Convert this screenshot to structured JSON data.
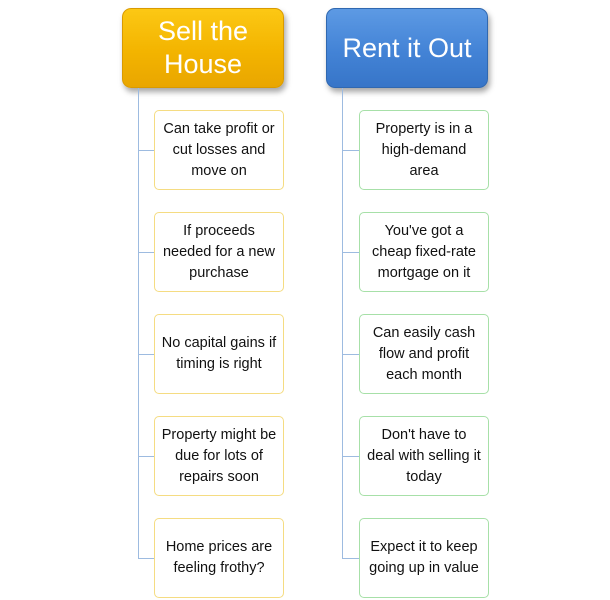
{
  "columns": [
    {
      "title": "Sell the House",
      "items": [
        "Can take profit or cut losses and move on",
        "If proceeds needed for a new purchase",
        "No capital gains if timing is right",
        "Property might be due for lots of repairs soon",
        "Home prices are feeling frothy?"
      ]
    },
    {
      "title": "Rent it Out",
      "items": [
        "Property is in a high-demand area",
        "You've got a cheap fixed-rate mortgage on it",
        "Can easily cash flow and profit each month",
        "Don't have to deal with selling it today",
        "Expect it to keep going up in value"
      ]
    }
  ],
  "colors": {
    "sell_header": "#f3b400",
    "rent_header": "#4383d6",
    "sell_item_border": "#f5dc82",
    "rent_item_border": "#a7e0a8",
    "connector": "#9dbbe0"
  }
}
